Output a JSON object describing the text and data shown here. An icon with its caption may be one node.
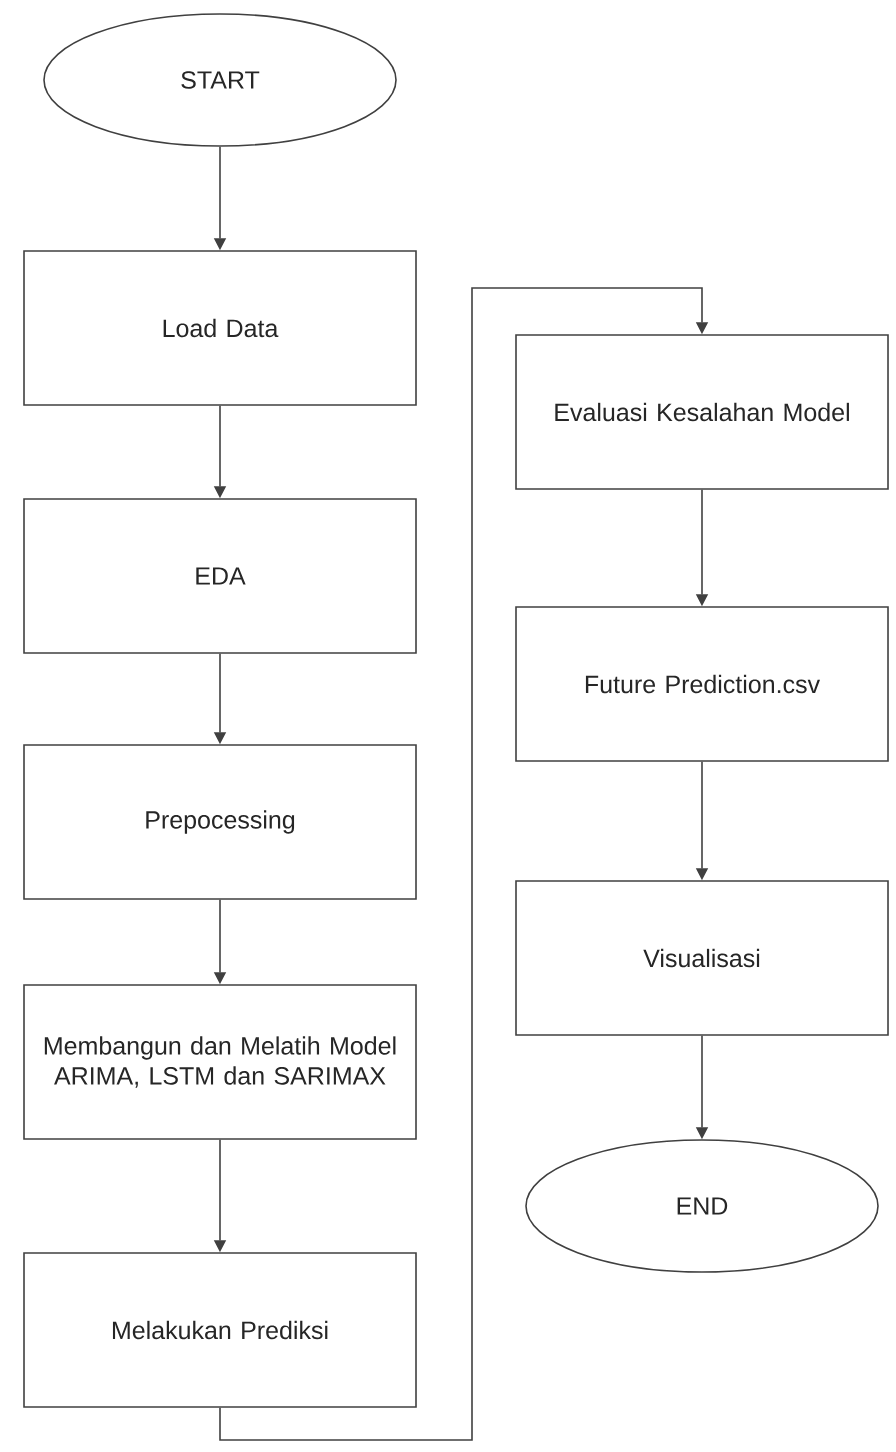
{
  "diagram": {
    "nodes": [
      {
        "text": [
          "START"
        ]
      },
      {
        "text": [
          "Load Data"
        ]
      },
      {
        "text": [
          "EDA"
        ]
      },
      {
        "text": [
          "Prepocessing"
        ]
      },
      {
        "text": [
          "Membangun dan Melatih Model ARIMA, LSTM dan SARIMAX"
        ]
      },
      {
        "text": [
          "Melakukan Prediksi"
        ]
      },
      {
        "text": [
          "Evaluasi Kesalahan Model"
        ]
      },
      {
        "text": [
          "Future Prediction.csv"
        ]
      },
      {
        "text": [
          "Visualisasi"
        ]
      },
      {
        "text": [
          "END"
        ]
      }
    ],
    "edges": [
      {
        "from": 0,
        "to": 1,
        "arrow": "to"
      },
      {
        "from": 1,
        "to": 2,
        "arrow": "to"
      },
      {
        "from": 2,
        "to": 3,
        "arrow": "to"
      },
      {
        "from": 3,
        "to": 4,
        "arrow": "to"
      },
      {
        "from": 4,
        "to": 5,
        "arrow": "to"
      },
      {
        "from": 5,
        "to": 6,
        "arrow": "to"
      },
      {
        "from": 6,
        "to": 7,
        "arrow": "to"
      },
      {
        "from": 7,
        "to": 8,
        "arrow": "to"
      },
      {
        "from": 8,
        "to": 9,
        "arrow": "to"
      }
    ]
  }
}
